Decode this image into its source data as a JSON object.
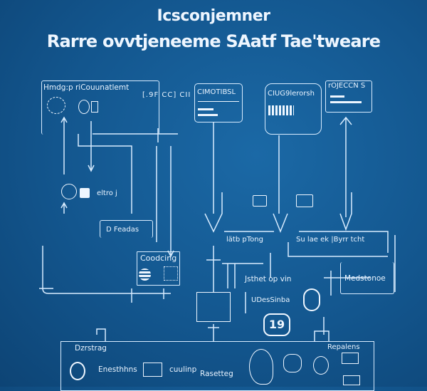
{
  "title": {
    "line1": "Icsconjemner",
    "line2": "Rarre ovvtjeneeme SAatf Tae'tweare"
  },
  "nodes": {
    "top_left": "Hmdg:p riCouunatlemt",
    "top_mid_label": "[.9F  CC]  CII",
    "card_a": "CIMOTIBSL",
    "card_b": "CIUG9lerorsh",
    "card_c": "rOJECCN S",
    "eltro": "eltro j",
    "dfeadas": "D Feadas",
    "coodcing": "Coodcing",
    "latb": "lätb pTong",
    "sulae": "Su lae ek |Byrr tcht",
    "jsthet": "Jsthet op vin",
    "medstonoe": "Medstonoe",
    "desinba": "UDesSinba",
    "badge": "19"
  },
  "bottom": {
    "title": "Dzrstrag",
    "right_title": "Repalens",
    "item1": "Enesthhns",
    "item2": "cuulinp",
    "item3": "Rasetteg"
  }
}
